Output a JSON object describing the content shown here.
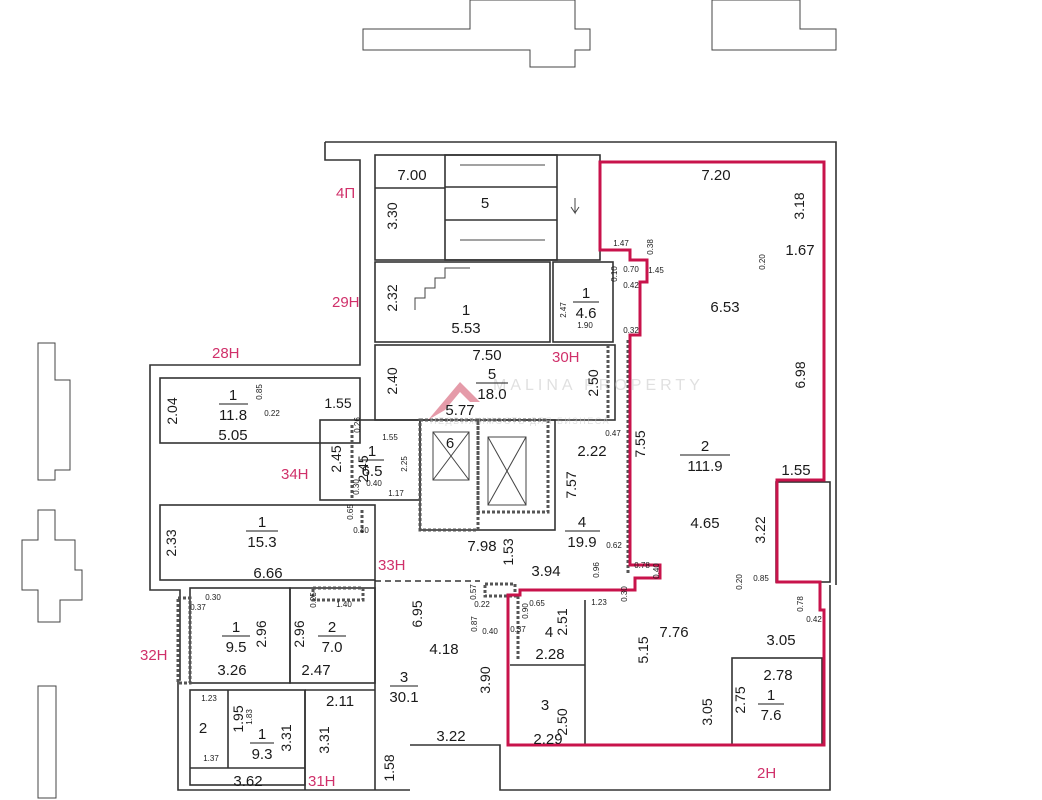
{
  "watermark": {
    "brand": "MALINA PROPERTY",
    "tagline": "НЕДВИЖИМОСТЬ ДЛЯ БИЗНЕСА"
  },
  "colors": {
    "boundary": "#c8134b",
    "unit_label": "#d0306a",
    "wall": "#333333"
  },
  "unit_labels": [
    {
      "id": "u4p",
      "text": "4П"
    },
    {
      "id": "u29n",
      "text": "29Н"
    },
    {
      "id": "u28n",
      "text": "28Н"
    },
    {
      "id": "u30n",
      "text": "30Н"
    },
    {
      "id": "u34n",
      "text": "34Н"
    },
    {
      "id": "u33n",
      "text": "33Н"
    },
    {
      "id": "u32n",
      "text": "32Н"
    },
    {
      "id": "u31n",
      "text": "31Н"
    },
    {
      "id": "u2n",
      "text": "2Н"
    }
  ],
  "room_numbers": [
    {
      "id": "r_stair",
      "text": "5"
    },
    {
      "id": "r29_1",
      "text": "1"
    },
    {
      "id": "r_4p1",
      "text": "1"
    },
    {
      "id": "r28_1",
      "text": "1"
    },
    {
      "id": "r30_5",
      "text": "5"
    },
    {
      "id": "r34_1",
      "text": "1"
    },
    {
      "id": "r_lift6",
      "text": "6"
    },
    {
      "id": "r33_1",
      "text": "1"
    },
    {
      "id": "r_4",
      "text": "4"
    },
    {
      "id": "r2n_2",
      "text": "2"
    },
    {
      "id": "r32_1",
      "text": "1"
    },
    {
      "id": "r32_2",
      "text": "2"
    },
    {
      "id": "r31_3",
      "text": "3"
    },
    {
      "id": "r2n_4",
      "text": "4"
    },
    {
      "id": "r2n_3",
      "text": "3"
    },
    {
      "id": "r2n_1",
      "text": "1"
    },
    {
      "id": "r31_2",
      "text": "2"
    },
    {
      "id": "r31_1",
      "text": "1"
    }
  ],
  "room_areas": [
    {
      "id": "a_4p1",
      "text": "4.6"
    },
    {
      "id": "a28_1",
      "text": "11.8"
    },
    {
      "id": "a30_5",
      "text": "18.0"
    },
    {
      "id": "a34_1",
      "text": "6.5"
    },
    {
      "id": "a33_1",
      "text": "15.3"
    },
    {
      "id": "a_4",
      "text": "19.9"
    },
    {
      "id": "a2n_2",
      "text": "111.9"
    },
    {
      "id": "a32_1",
      "text": "9.5"
    },
    {
      "id": "a32_2",
      "text": "7.0"
    },
    {
      "id": "a31_3",
      "text": "30.1"
    },
    {
      "id": "a2n_4",
      "text": "2.28"
    },
    {
      "id": "a2n_1",
      "text": "7.6"
    },
    {
      "id": "a31_1",
      "text": "9.3"
    }
  ],
  "dimensions": [
    {
      "id": "d1",
      "text": "7.00"
    },
    {
      "id": "d2",
      "text": "3.30"
    },
    {
      "id": "d3",
      "text": "7.20"
    },
    {
      "id": "d4",
      "text": "3.18"
    },
    {
      "id": "d5",
      "text": "1.67"
    },
    {
      "id": "d6",
      "text": "1.47"
    },
    {
      "id": "d7",
      "text": "0.38"
    },
    {
      "id": "d8",
      "text": "0.70"
    },
    {
      "id": "d9",
      "text": "1.45"
    },
    {
      "id": "d10",
      "text": "0.42"
    },
    {
      "id": "d11",
      "text": "0.20"
    },
    {
      "id": "d12",
      "text": "2.32"
    },
    {
      "id": "d13",
      "text": "5.53"
    },
    {
      "id": "d14",
      "text": "2.47"
    },
    {
      "id": "d15",
      "text": "1.90"
    },
    {
      "id": "d16",
      "text": "0.10"
    },
    {
      "id": "d17",
      "text": "6.53"
    },
    {
      "id": "d18",
      "text": "0.32"
    },
    {
      "id": "d19",
      "text": "2.04"
    },
    {
      "id": "d20",
      "text": "0.85"
    },
    {
      "id": "d21",
      "text": "0.22"
    },
    {
      "id": "d22",
      "text": "1.55"
    },
    {
      "id": "d23",
      "text": "5.05"
    },
    {
      "id": "d24",
      "text": "7.50"
    },
    {
      "id": "d25",
      "text": "2.40"
    },
    {
      "id": "d26",
      "text": "2.50"
    },
    {
      "id": "d27",
      "text": "5.77"
    },
    {
      "id": "d28",
      "text": "6.98"
    },
    {
      "id": "d29",
      "text": "0.26"
    },
    {
      "id": "d30",
      "text": "1.55"
    },
    {
      "id": "d31",
      "text": "2.45"
    },
    {
      "id": "d32",
      "text": "2.45"
    },
    {
      "id": "d33",
      "text": "2.25"
    },
    {
      "id": "d34",
      "text": "0.47"
    },
    {
      "id": "d35",
      "text": "2.22"
    },
    {
      "id": "d36",
      "text": "7.55"
    },
    {
      "id": "d37",
      "text": "0.30"
    },
    {
      "id": "d38",
      "text": "0.40"
    },
    {
      "id": "d39",
      "text": "1.17"
    },
    {
      "id": "d40",
      "text": "7.57"
    },
    {
      "id": "d41",
      "text": "1.55"
    },
    {
      "id": "d42",
      "text": "0.65"
    },
    {
      "id": "d43",
      "text": "0.40"
    },
    {
      "id": "d44",
      "text": "2.33"
    },
    {
      "id": "d45",
      "text": "4.65"
    },
    {
      "id": "d46",
      "text": "3.22"
    },
    {
      "id": "d47",
      "text": "7.98"
    },
    {
      "id": "d48",
      "text": "1.53"
    },
    {
      "id": "d49",
      "text": "0.62"
    },
    {
      "id": "d50",
      "text": "6.66"
    },
    {
      "id": "d51",
      "text": "3.94"
    },
    {
      "id": "d52",
      "text": "0.96"
    },
    {
      "id": "d53",
      "text": "0.78"
    },
    {
      "id": "d54",
      "text": "0.40"
    },
    {
      "id": "d55",
      "text": "0.20"
    },
    {
      "id": "d56",
      "text": "0.85"
    },
    {
      "id": "d57",
      "text": "0.57"
    },
    {
      "id": "d58",
      "text": "0.22"
    },
    {
      "id": "d59",
      "text": "0.65"
    },
    {
      "id": "d60",
      "text": "0.90"
    },
    {
      "id": "d61",
      "text": "1.23"
    },
    {
      "id": "d62",
      "text": "0.30"
    },
    {
      "id": "d63",
      "text": "0.78"
    },
    {
      "id": "d64",
      "text": "0.42"
    },
    {
      "id": "d65",
      "text": "0.37"
    },
    {
      "id": "d66",
      "text": "0.30"
    },
    {
      "id": "d67",
      "text": "0.25"
    },
    {
      "id": "d68",
      "text": "1.40"
    },
    {
      "id": "d69",
      "text": "6.95"
    },
    {
      "id": "d70",
      "text": "0.87"
    },
    {
      "id": "d71",
      "text": "0.40"
    },
    {
      "id": "d72",
      "text": "0.37"
    },
    {
      "id": "d73",
      "text": "2.51"
    },
    {
      "id": "d74",
      "text": "2.96"
    },
    {
      "id": "d75",
      "text": "2.96"
    },
    {
      "id": "d76",
      "text": "4.18"
    },
    {
      "id": "d77",
      "text": "7.76"
    },
    {
      "id": "d78",
      "text": "3.05"
    },
    {
      "id": "d79",
      "text": "5.15"
    },
    {
      "id": "d80",
      "text": "3.26"
    },
    {
      "id": "d81",
      "text": "2.47"
    },
    {
      "id": "d82",
      "text": "3.90"
    },
    {
      "id": "d83",
      "text": "2.78"
    },
    {
      "id": "d84",
      "text": "1.23"
    },
    {
      "id": "d85",
      "text": "2.11"
    },
    {
      "id": "d86",
      "text": "1.95"
    },
    {
      "id": "d87",
      "text": "1.83"
    },
    {
      "id": "d88",
      "text": "3.31"
    },
    {
      "id": "d89",
      "text": "3.31"
    },
    {
      "id": "d90",
      "text": "2.50"
    },
    {
      "id": "d91",
      "text": "2.75"
    },
    {
      "id": "d92",
      "text": "3.05"
    },
    {
      "id": "d93",
      "text": "1.37"
    },
    {
      "id": "d94",
      "text": "3.22"
    },
    {
      "id": "d95",
      "text": "2.29"
    },
    {
      "id": "d96",
      "text": "1.58"
    },
    {
      "id": "d97",
      "text": "3.62"
    }
  ]
}
